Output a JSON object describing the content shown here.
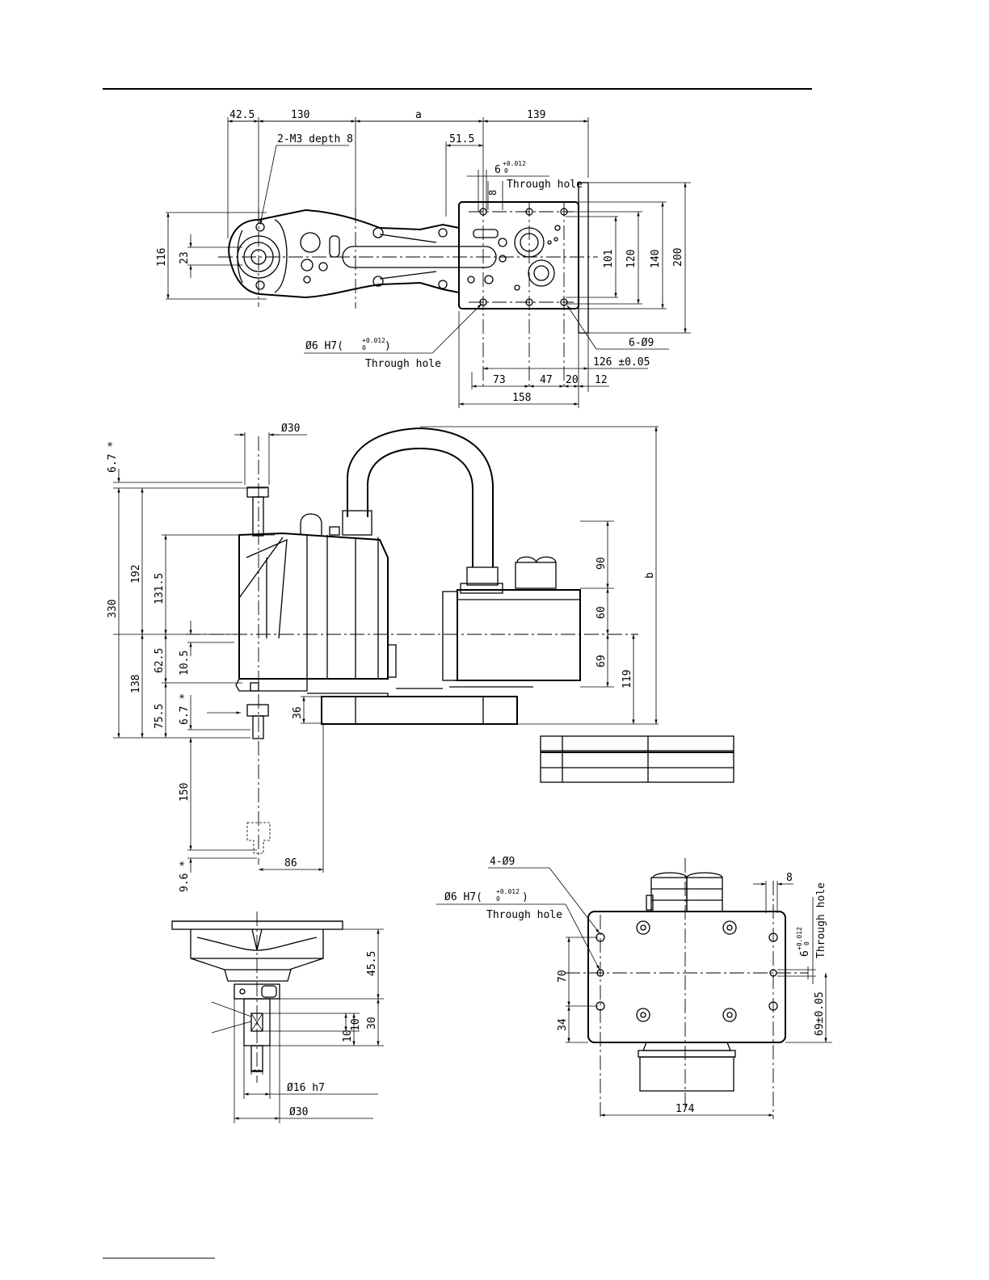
{
  "top_view": {
    "dims_top": [
      "42.5",
      "130",
      "a",
      "139"
    ],
    "dim_51_5": "51.5",
    "m3_note": "2-M3 depth 8",
    "tol_6": "6",
    "tol_upper": "+0.012",
    "tol_lower": "0",
    "through_hole": "Through hole",
    "dim_8": "8",
    "dims_left": [
      "116",
      "23"
    ],
    "dims_right": [
      "101",
      "120",
      "140",
      "200"
    ],
    "pin_note": "Ø6 H7(",
    "pin_tol_upper": "+0.012",
    "pin_tol_lower": "0",
    "pin_close": ")",
    "pin_through": "Through hole",
    "holes_note": "6-Ø9",
    "dim_126": "126 ±0.05",
    "dims_bottom": [
      "73",
      "47",
      "20",
      "12"
    ],
    "dim_158": "158"
  },
  "side_view": {
    "dim_d30": "Ø30",
    "dim_6_7_top": "6.7 *",
    "dim_330": "330",
    "dim_192": "192",
    "dim_131_5": "131.5",
    "dim_138": "138",
    "dim_62_5": "62.5",
    "dim_10_5": "10.5",
    "dim_75_5": "75.5",
    "dim_6_7_mid": "6.7 *",
    "dim_36": "36",
    "dim_150": "150",
    "dim_9_6": "9.6 *",
    "dim_86": "86",
    "dim_90": "90",
    "dim_60": "60",
    "dim_69": "69",
    "dim_119": "119",
    "dim_b": "b"
  },
  "detail_view": {
    "dim_45_5": "45.5",
    "dim_30": "30",
    "dim_10a": "10",
    "dim_10b": "10",
    "dim_d16": "Ø16 h7",
    "dim_d30": "Ø30"
  },
  "base_view": {
    "holes_note": "4-Ø9",
    "pin_note": "Ø6 H7(",
    "pin_tol_upper": "+0.012",
    "pin_tol_lower": "0",
    "pin_close": ")",
    "pin_through": "Through hole",
    "dim_8": "8",
    "tol_6": "6",
    "tol_upper": "+0.012",
    "tol_lower": "0",
    "through_hole": "Through hole",
    "dim_70": "70",
    "dim_34": "34",
    "dim_69": "69±0.05",
    "dim_174": "174"
  }
}
